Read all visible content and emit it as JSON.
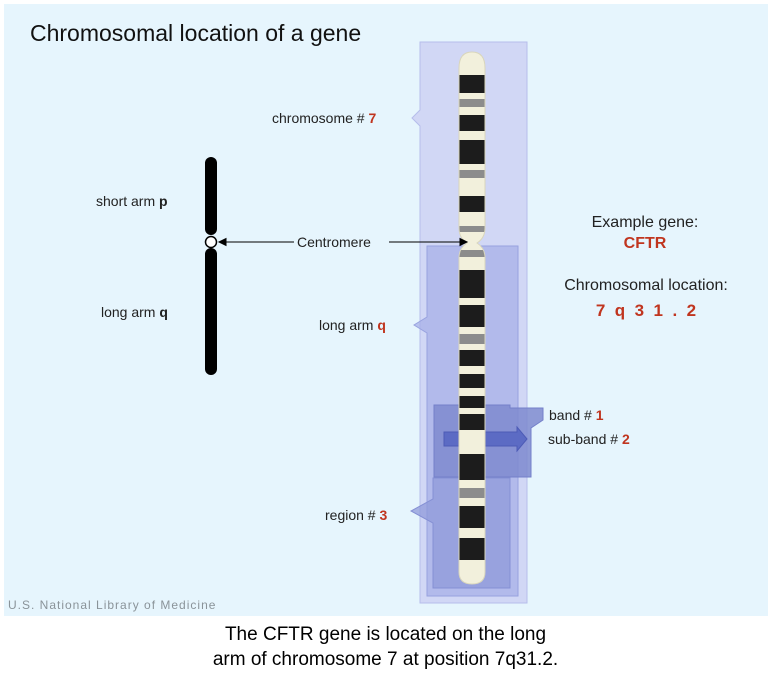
{
  "title": "Chromosomal location of a gene",
  "credit": "U.S. National Library of Medicine",
  "caption": {
    "line1": "The CFTR gene is located on the long",
    "line2": "arm of chromosome 7 at position 7q31.2."
  },
  "schematic": {
    "short_arm_text": "short arm ",
    "short_arm_symbol": "p",
    "long_arm_text": "long arm ",
    "long_arm_symbol": "q",
    "centromere_label": "Centromere"
  },
  "callouts": {
    "chromosome_text": "chromosome # ",
    "chromosome_value": "7",
    "long_arm_text": "long arm ",
    "long_arm_value": "q",
    "band_text": "band # ",
    "band_value": "1",
    "subband_text": "sub-band # ",
    "subband_value": "2",
    "region_text": "region # ",
    "region_value": "3"
  },
  "gene": {
    "example_label": "Example gene:",
    "name": "CFTR",
    "location_label": "Chromosomal location:",
    "location_value": "7  q  3  1  .  2"
  },
  "colors": {
    "background": "#e6f5fd",
    "highlight": "#9aa6e0",
    "accent_red": "#c0351f",
    "chromosome_light": "#f2f0dc",
    "band_dark": "#1c1c1c",
    "band_gray": "#8c8c8c"
  }
}
